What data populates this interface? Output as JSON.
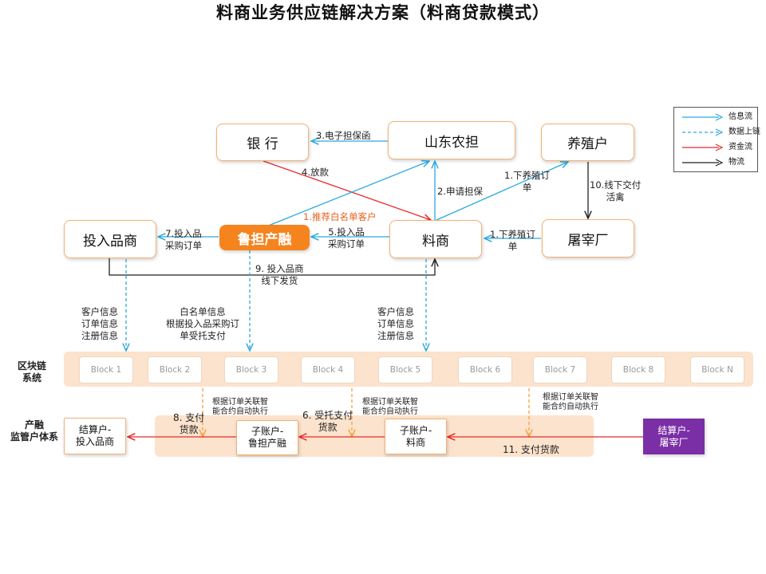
{
  "title": "料商业务供应链解决方案（料商贷款模式）",
  "legend": [
    {
      "label": "信息流",
      "color": "#29a9e1",
      "style": "solid"
    },
    {
      "label": "数据上链",
      "color": "#29a9e1",
      "style": "dashed"
    },
    {
      "label": "资金流",
      "color": "#e52b2b",
      "style": "solid"
    },
    {
      "label": "物流",
      "color": "#222222",
      "style": "solid"
    }
  ],
  "nodes": {
    "bank": "银 行",
    "shandong": "山东农担",
    "farmer": "养殖户",
    "investor": "投入品商",
    "ludan": "鲁担产融",
    "feed": "料商",
    "slaughter": "屠宰厂"
  },
  "edges": {
    "e3": "3.电子担保函",
    "e4": "4.放款",
    "e2": "2.申请担保",
    "e1a": "1.下养殖订\n单",
    "e10": "10.线下交付\n活禽",
    "e1r": "1.推荐白名单客户",
    "e7": "7.投入品\n采购订单",
    "e5": "5.投入品\n采购订单",
    "e1b": "1.下养殖订\n单",
    "e9": "9. 投入品商\n线下发货"
  },
  "chain_info": {
    "left": "客户信息\n订单信息\n注册信息",
    "mid": "白名单信息\n根据投入品采购订\n单受托支付",
    "right": "客户信息\n订单信息\n注册信息"
  },
  "blockchain_label": "区块链\n系统",
  "blocks": [
    "Block 1",
    "Block 2",
    "Block 3",
    "Block 4",
    "Block 5",
    "Block 6",
    "Block 7",
    "Block 8",
    "Block N"
  ],
  "smart_contract": {
    "a": "根据订单关联智\n能合约自动执行",
    "b": "根据订单关联智\n能合约自动执行",
    "c": "根据订单关联智\n能合约自动执行"
  },
  "supervision_label": "产融\n监管户体系",
  "accounts": {
    "investor": "结算户-\n投入品商",
    "ludan": "子账户-\n鲁担产融",
    "feed": "子账户-\n料商",
    "slaughter": "结算户-\n屠宰厂"
  },
  "payments": {
    "p8": "8. 支付\n货款",
    "p6": "6. 受托支付\n货款",
    "p11": "11. 支付货款"
  }
}
